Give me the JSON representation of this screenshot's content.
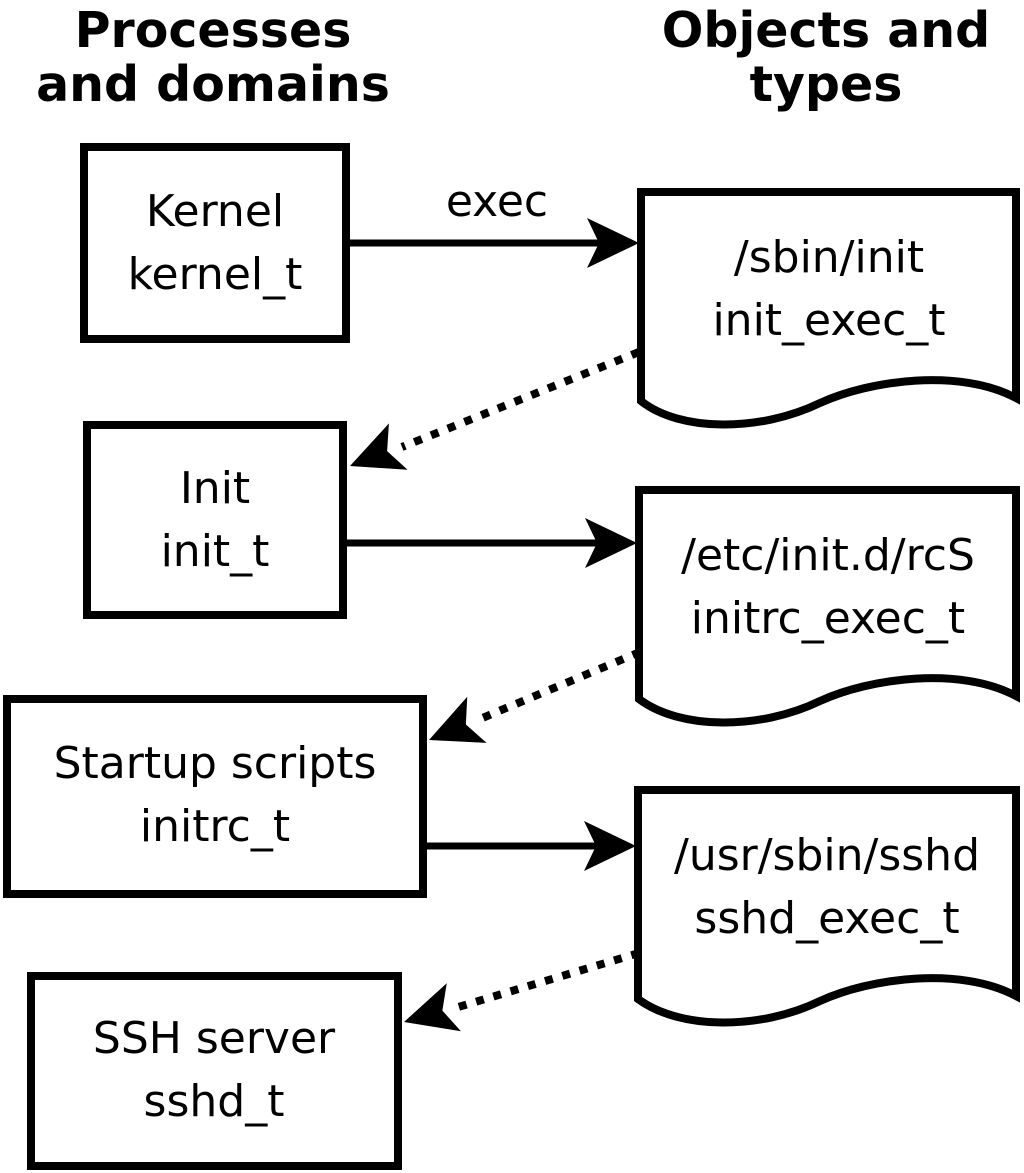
{
  "colors": {
    "ink": "#000000",
    "background": "#ffffff"
  },
  "headers": {
    "left": {
      "line1": "Processes",
      "line2": "and domains"
    },
    "right": {
      "line1": "Objects and",
      "line2": "types"
    }
  },
  "processes": [
    {
      "name": "Kernel",
      "type": "kernel_t"
    },
    {
      "name": "Init",
      "type": "init_t"
    },
    {
      "name": "Startup scripts",
      "type": "initrc_t"
    },
    {
      "name": "SSH server",
      "type": "sshd_t"
    }
  ],
  "objects": [
    {
      "path": "/sbin/init",
      "type": "init_exec_t"
    },
    {
      "path": "/etc/init.d/rcS",
      "type": "initrc_exec_t"
    },
    {
      "path": "/usr/sbin/sshd",
      "type": "sshd_exec_t"
    }
  ],
  "edges": {
    "exec_label": "exec",
    "solid": [
      {
        "from": "kernel_t",
        "to": "init_exec_t",
        "label": "exec"
      },
      {
        "from": "init_t",
        "to": "initrc_exec_t",
        "label": ""
      },
      {
        "from": "initrc_t",
        "to": "sshd_exec_t",
        "label": ""
      }
    ],
    "dotted": [
      {
        "from": "init_exec_t",
        "to": "init_t"
      },
      {
        "from": "initrc_exec_t",
        "to": "initrc_t"
      },
      {
        "from": "sshd_exec_t",
        "to": "sshd_t"
      }
    ]
  }
}
